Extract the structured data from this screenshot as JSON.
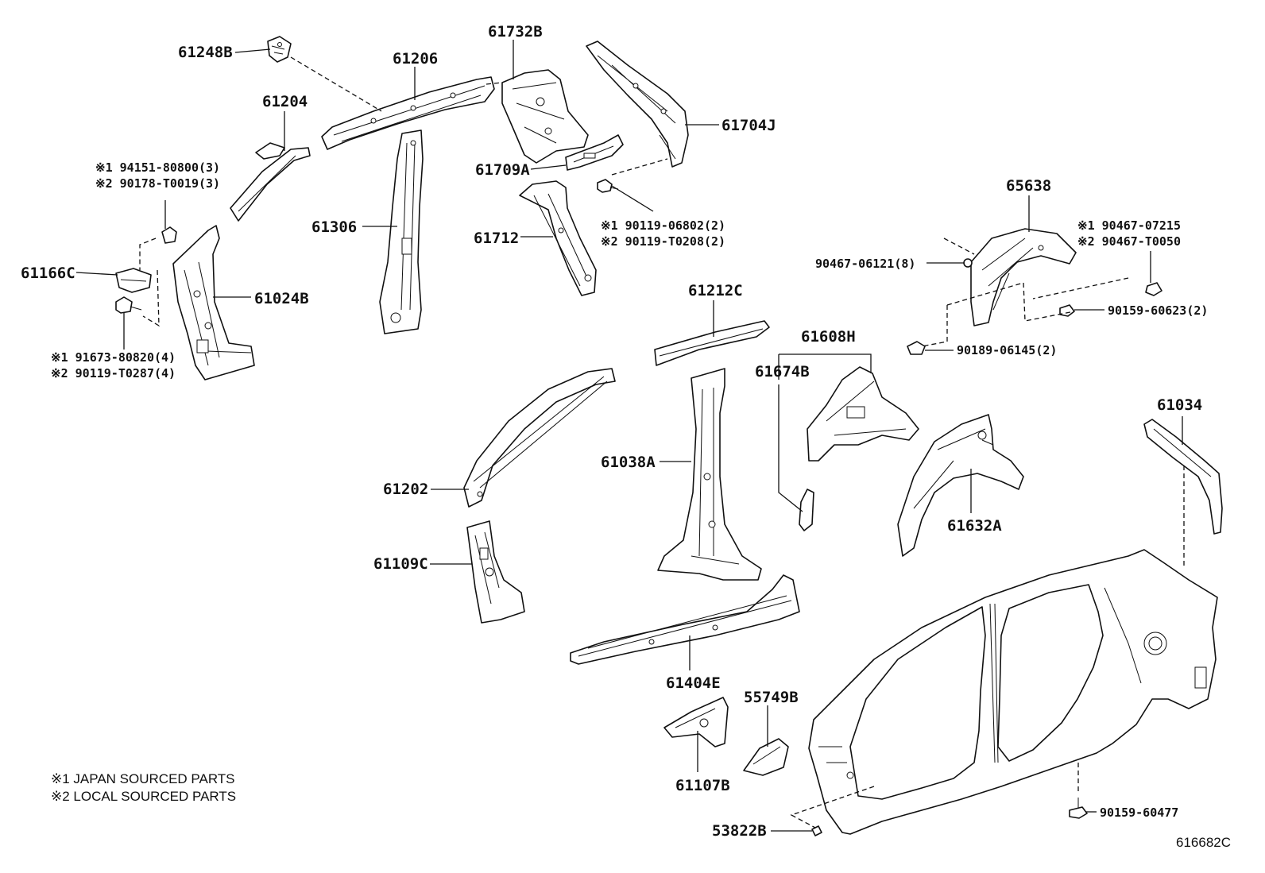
{
  "diagram": {
    "parts": {
      "p61248B": "61248B",
      "p61206": "61206",
      "p61732B": "61732B",
      "p61204": "61204",
      "p61704J": "61704J",
      "p61709A": "61709A",
      "p61306": "61306",
      "p61712": "61712",
      "p61166C": "61166C",
      "p61024B": "61024B",
      "p65638": "65638",
      "p90467_06121": "90467-06121(8)",
      "p90159_60623": "90159-60623(2)",
      "p90189_06145": "90189-06145(2)",
      "p61212C": "61212C",
      "p61608H": "61608H",
      "p61674B": "61674B",
      "p61034": "61034",
      "p61202": "61202",
      "p61038A": "61038A",
      "p61632A": "61632A",
      "p61109C": "61109C",
      "p61404E": "61404E",
      "p55749B": "55749B",
      "p61107B": "61107B",
      "p53822B": "53822B",
      "p90159_60477": "90159-60477"
    },
    "sourced_callouts": {
      "a1": "※1 94151-80800(3)",
      "a2": "※2 90178-T0019(3)",
      "b1": "※1 91673-80820(4)",
      "b2": "※2 90119-T0287(4)",
      "c1": "※1 90119-06802(2)",
      "c2": "※2 90119-T0208(2)",
      "d1": "※1 90467-07215",
      "d2": "※2 90467-T0050"
    },
    "legend": {
      "japan": "※1 JAPAN SOURCED PARTS",
      "local": "※2 LOCAL SOURCED PARTS"
    },
    "figure_id": "616682C"
  }
}
